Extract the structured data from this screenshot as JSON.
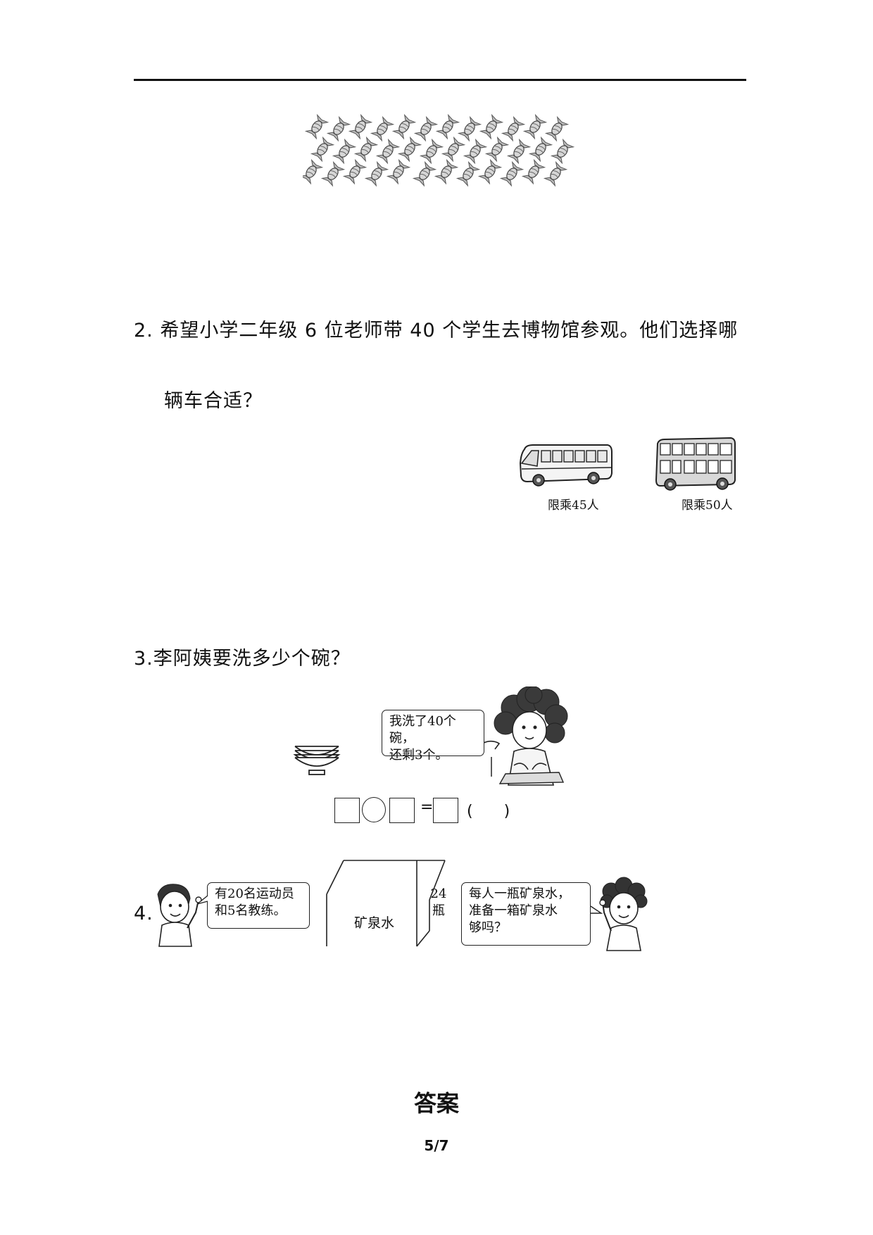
{
  "q2": {
    "line1": "2. 希望小学二年级 6 位老师带 40 个学生去博物馆参观。他们选择哪",
    "line2": "辆车合适？",
    "bus1_caption": "限乘45人",
    "bus2_caption": "限乘50人"
  },
  "q3": {
    "title": "3.李阿姨要洗多少个碗？",
    "speech": [
      "我洗了40个碗，",
      "还剩3个。"
    ],
    "equals": "=",
    "parens": "(　　)"
  },
  "q4": {
    "number": "4.",
    "boy_speech": [
      "有20名运动员",
      "和5名教练。"
    ],
    "box_label": "矿泉水",
    "box_side": [
      "24",
      "瓶"
    ],
    "girl_speech": [
      "每人一瓶矿泉水，",
      "准备一箱矿泉水",
      "够吗？"
    ]
  },
  "answer_heading": "答案",
  "page_number": "5/7"
}
